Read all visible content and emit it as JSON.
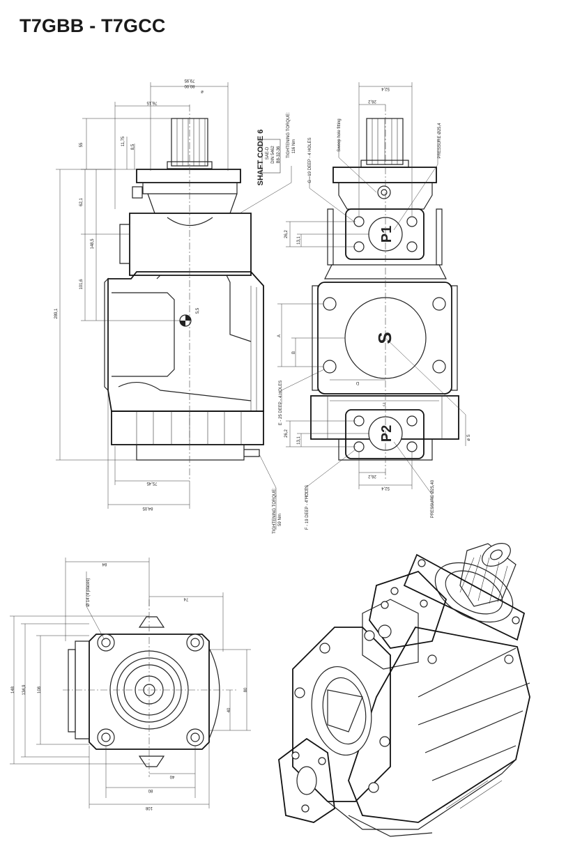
{
  "title": "T7GBB - T7GCC",
  "shaft": {
    "code": "SHAFT CODE 6",
    "spec_line1": "SAE-D",
    "spec_line2": "DIN 5462",
    "spec_line3": "B8-32-36",
    "tightening_label": "TIGHTENING TORQUE:",
    "tightening_value": "116 Nm"
  },
  "side_view": {
    "dims": {
      "d_79_95": "79,95",
      "d_80_00": "80,00",
      "diam_symbol": "ø",
      "d_76_15": "76,15",
      "d_55": "55",
      "d_11_75": "11,75",
      "d_8_5": "8,5",
      "d_62_1": "62,1",
      "d_148_5": "148,5",
      "d_101_6": "101,6",
      "d_289_1": "289,1",
      "d_5_5": "5,5",
      "d_75_45": "75,45",
      "d_84_05": "84,05"
    },
    "tightening_label": "TIGHTENING TORQUE:",
    "tightening_value": "59 Nm"
  },
  "front_view": {
    "dims": {
      "d_52_4_top": "52,4",
      "d_26_2_top": "26,2",
      "d_26_2_left": "26,2",
      "d_13_1_left": "13,1",
      "A": "A",
      "B": "B",
      "C": "C",
      "D": "D",
      "d_26_2_bottom_left": "26,2",
      "d_13_1_bottom_left": "13,1",
      "d_26_2_bottom": "26,2",
      "d_52_4_bottom": "52,4",
      "os": "ø S"
    },
    "labels": {
      "sweep_hole": "Sweep hole fitting",
      "pressure_top": "PRESSURE Ø25,4",
      "pressure_bottom": "PRESSURE Ø25,40",
      "g_holes": "G - 19 DEEP - 4 HOLES",
      "e_holes": "E - 25 DEEP - 4 HOLES",
      "f_holes": "F - 19 DEEP - 4 HOLES",
      "P1": "P1",
      "P2": "P2",
      "S": "S"
    }
  },
  "end_view": {
    "dims": {
      "d_84": "84",
      "d_74": "74",
      "holes": "Ø 14 (4 places)",
      "d_148": "148",
      "d_134_9": "134,9",
      "d_108_v": "108",
      "d_80_v": "80",
      "d_40_v": "40",
      "d_40_h": "40",
      "d_80_h": "80",
      "d_108_h": "108"
    }
  }
}
